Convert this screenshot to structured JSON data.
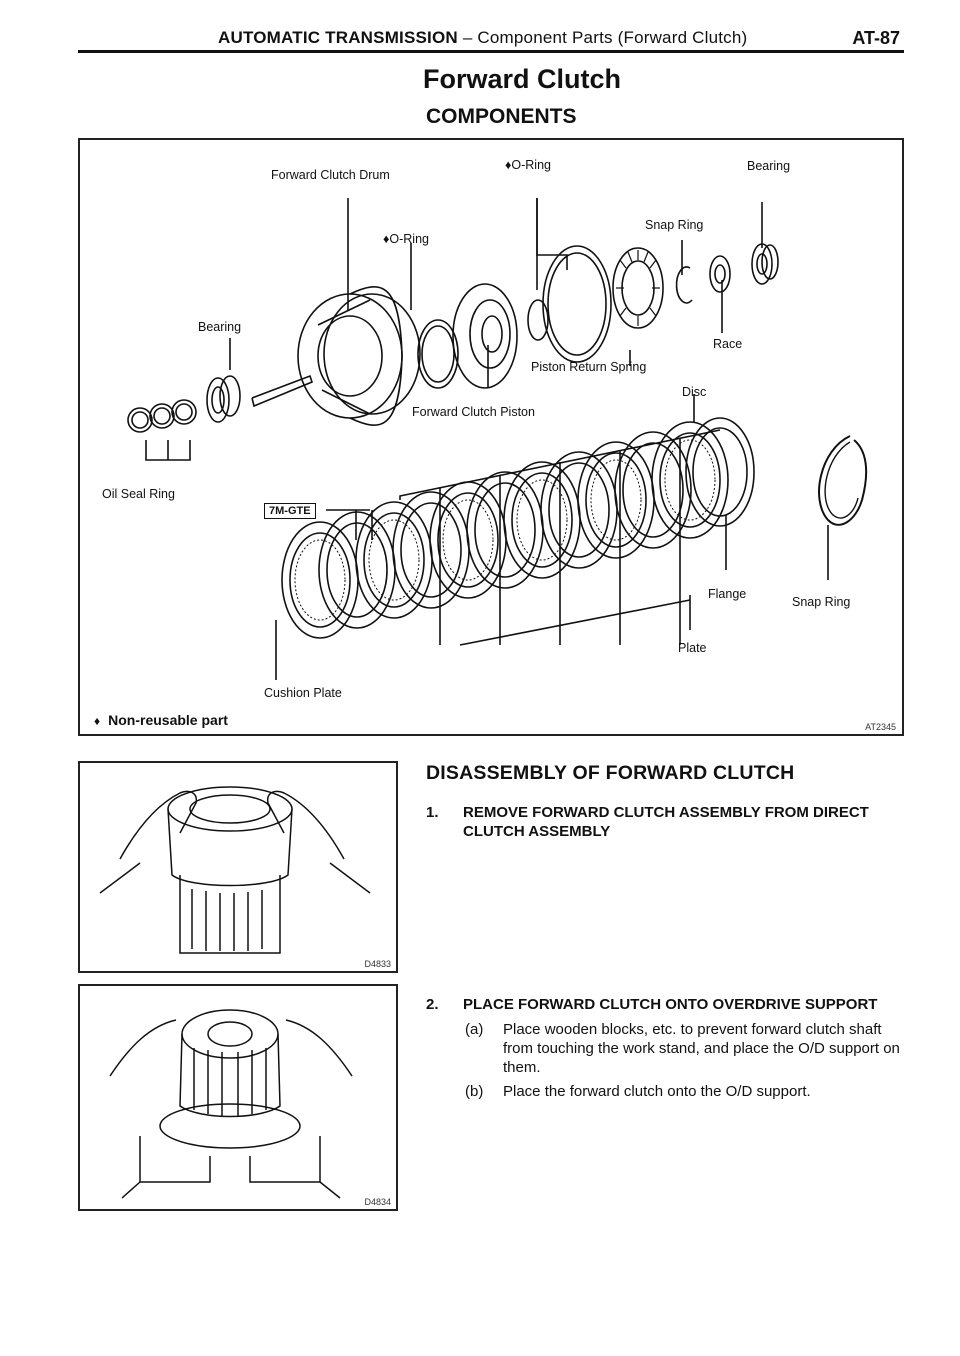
{
  "header": {
    "title_main": "AUTOMATIC TRANSMISSION",
    "title_sep": " – ",
    "title_sub": "Component Parts (Forward Clutch)",
    "page": "AT-87"
  },
  "page_title": "Forward Clutch",
  "section_title": "COMPONENTS",
  "diagram": {
    "labels": {
      "forward_clutch_drum": "Forward Clutch Drum",
      "o_ring_top": "♦O-Ring",
      "o_ring_mid": "♦O-Ring",
      "bearing_top": "Bearing",
      "snap_ring_top": "Snap Ring",
      "race": "Race",
      "bearing_left": "Bearing",
      "piston_return_spring": "Piston Return Spring",
      "disc": "Disc",
      "forward_clutch_piston": "Forward Clutch Piston",
      "oil_seal_ring": "Oil Seal Ring",
      "badge_7mgte": "7M-GTE",
      "flange": "Flange",
      "snap_ring_right": "Snap Ring",
      "plate": "Plate",
      "cushion_plate": "Cushion Plate"
    },
    "legend": "Non-reusable part",
    "legend_icon": "diamond-icon",
    "figure_code": "AT2345"
  },
  "photos": {
    "photo1_code": "D4833",
    "photo2_code": "D4834"
  },
  "disassembly": {
    "title": "DISASSEMBLY OF FORWARD CLUTCH",
    "step1_num": "1.",
    "step1_text": "REMOVE FORWARD CLUTCH ASSEMBLY FROM DIRECT CLUTCH ASSEMBLY",
    "step2_num": "2.",
    "step2_text": "PLACE FORWARD CLUTCH ONTO OVERDRIVE SUPPORT",
    "step2a_num": "(a)",
    "step2a_text": "Place wooden blocks, etc. to prevent forward clutch shaft from touching the work stand, and place the O/D support on them.",
    "step2b_num": "(b)",
    "step2b_text": "Place the forward clutch onto the O/D support."
  }
}
